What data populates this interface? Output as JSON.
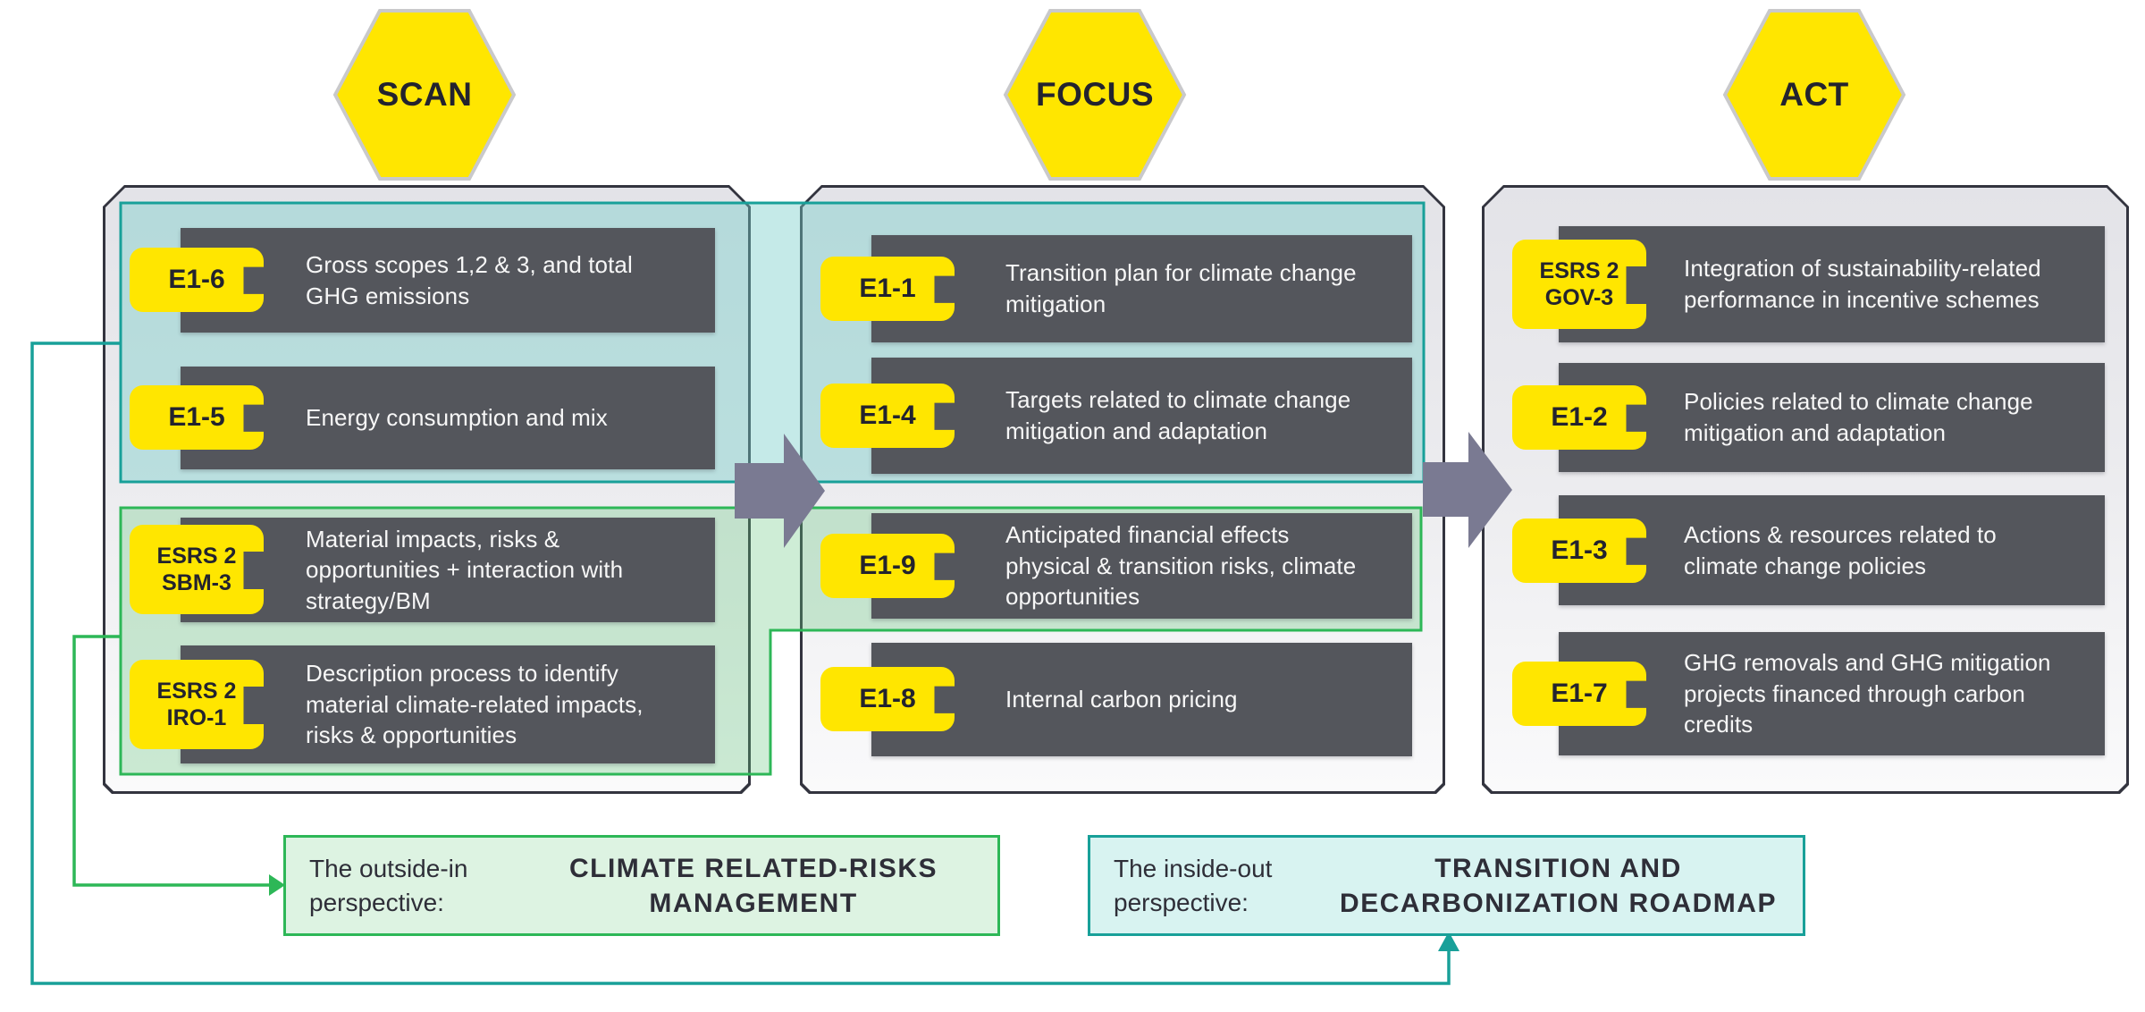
{
  "phases": [
    {
      "label": "SCAN"
    },
    {
      "label": "FOCUS"
    },
    {
      "label": "ACT"
    }
  ],
  "panels": [
    {
      "name": "scan",
      "rows": [
        {
          "tag": "E1-6",
          "text": "Gross scopes 1,2 & 3, and total GHG emissions"
        },
        {
          "tag": "E1-5",
          "text": "Energy consumption and mix"
        },
        {
          "tag": "ESRS 2\nSBM-3",
          "text": "Material impacts, risks & opportunities + interaction with strategy/BM"
        },
        {
          "tag": "ESRS 2\nIRO-1",
          "text": "Description process to identify material climate-related impacts, risks & opportunities"
        }
      ]
    },
    {
      "name": "focus",
      "rows": [
        {
          "tag": "E1-1",
          "text": "Transition plan for climate change mitigation"
        },
        {
          "tag": "E1-4",
          "text": "Targets related to climate change mitigation and adaptation"
        },
        {
          "tag": "E1-9",
          "text": "Anticipated financial effects physical & transition risks, climate opportunities"
        },
        {
          "tag": "E1-8",
          "text": "Internal carbon pricing"
        }
      ]
    },
    {
      "name": "act",
      "rows": [
        {
          "tag": "ESRS 2\nGOV-3",
          "text": "Integration of sustainability-related performance in incentive schemes"
        },
        {
          "tag": "E1-2",
          "text": "Policies related to climate change mitigation and adaptation"
        },
        {
          "tag": "E1-3",
          "text": "Actions & resources related to climate change policies"
        },
        {
          "tag": "E1-7",
          "text": "GHG removals and GHG mitigation projects financed through carbon credits"
        }
      ]
    }
  ],
  "callouts": {
    "outside_in": {
      "label": "The outside-in perspective:",
      "title": "CLIMATE RELATED-RISKS MANAGEMENT"
    },
    "inside_out": {
      "label": "The inside-out perspective:",
      "title": "TRANSITION AND DECARBONIZATION ROADMAP"
    }
  },
  "colors": {
    "accent_yellow": "#FFE600",
    "dark_box": "#54565C",
    "teal": "#18A099",
    "green": "#2DB757",
    "arrow_gray": "#7A7A92",
    "panel_border": "#33343F"
  }
}
